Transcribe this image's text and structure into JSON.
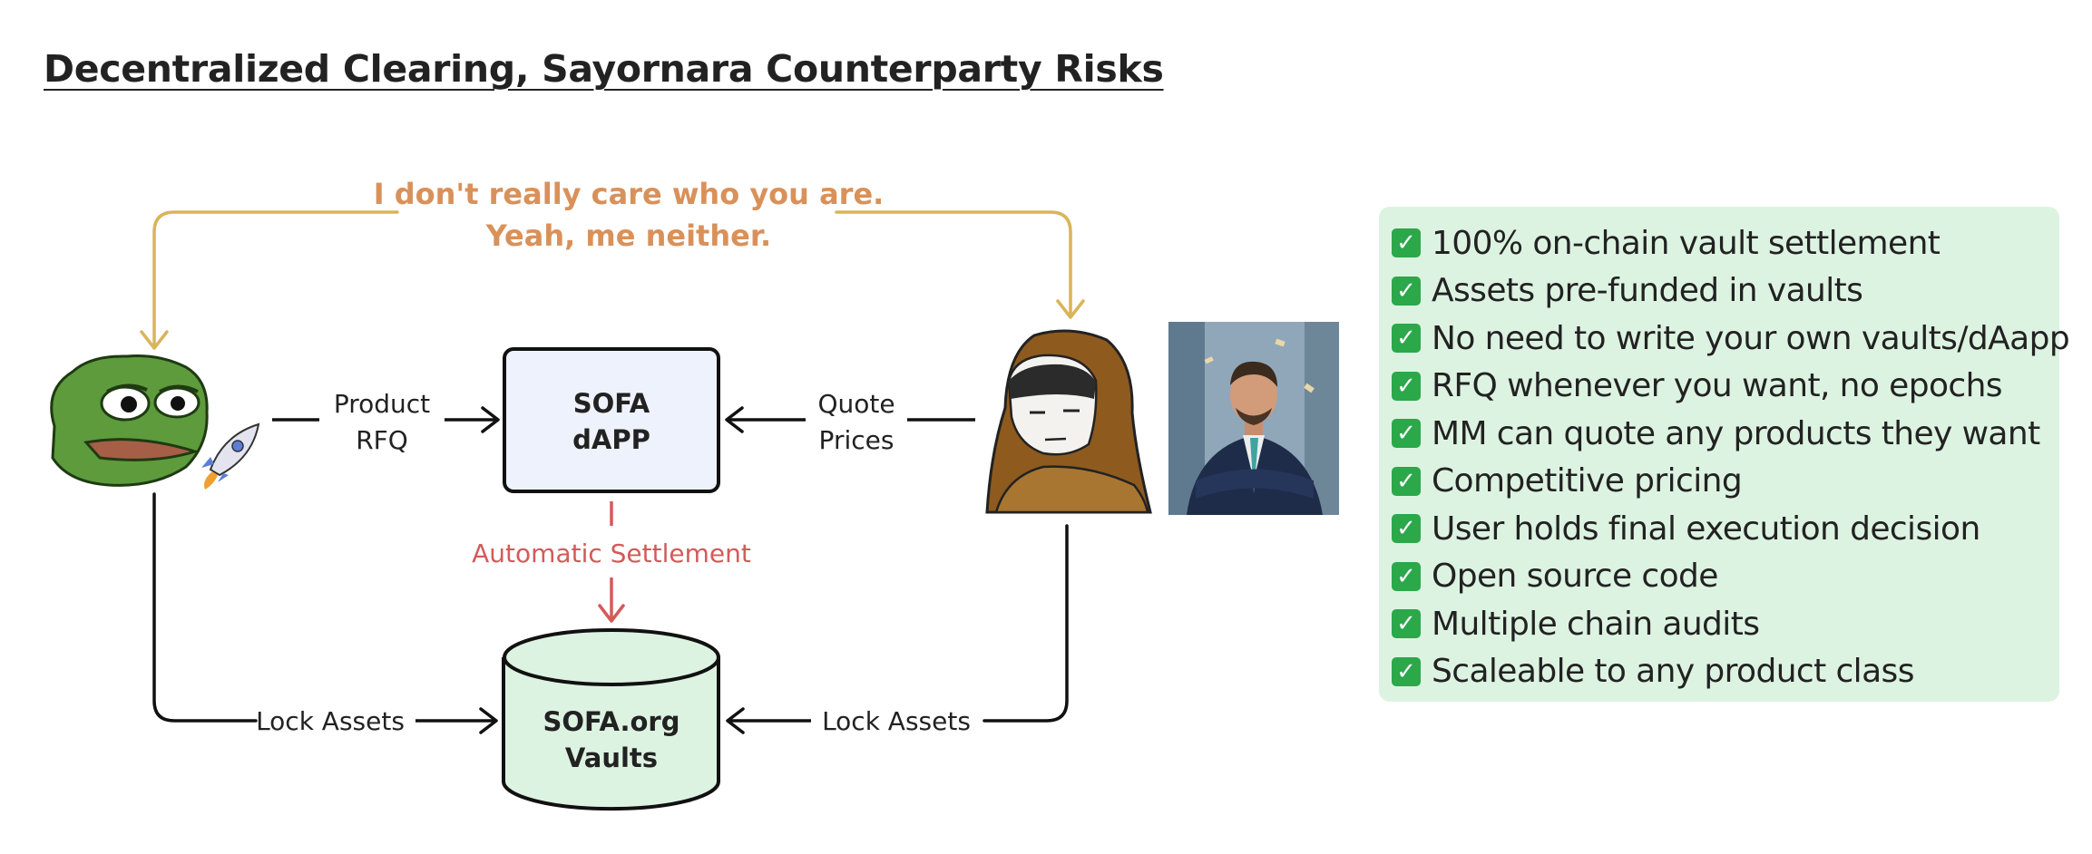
{
  "title": "Decentralized Clearing, Sayornara Counterparty Risks",
  "quote": {
    "line1": "I don't really care who you are.",
    "line2": "Yeah, me neither."
  },
  "labels": {
    "product_rfq_1": "Product",
    "product_rfq_2": "RFQ",
    "quote_prices_1": "Quote",
    "quote_prices_2": "Prices",
    "automatic_settlement": "Automatic Settlement",
    "lock_assets_left": "Lock Assets",
    "lock_assets_right": "Lock Assets"
  },
  "dapp_box": {
    "line1": "SOFA",
    "line2": "dAPP"
  },
  "vaults": {
    "line1": "SOFA.org",
    "line2": "Vaults"
  },
  "features": [
    "100% on-chain vault settlement",
    "Assets pre-funded in vaults",
    "No need to write your own vaults/dAapp",
    "RFQ whenever you want, no epochs",
    "MM can quote any products they want",
    "Competitive pricing",
    "User holds final execution decision",
    "Open source code",
    "Multiple chain audits",
    "Scaleable to any product class"
  ],
  "check_icon": "✓",
  "colors": {
    "quote": "#D9915A",
    "top_arrow": "#D9B45A",
    "settlement": "#D45A5A",
    "dapp_fill": "#EEF2FC",
    "vault_fill": "#DDF3E2",
    "panel_fill": "#DDF3E2",
    "check": "#2BA84A"
  }
}
